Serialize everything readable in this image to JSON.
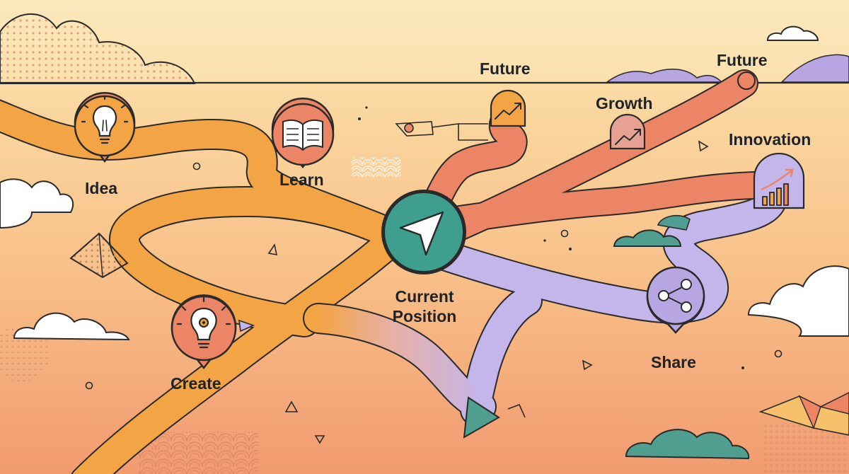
{
  "labels": {
    "idea": "Idea",
    "learn": "Learn",
    "create": "Create",
    "current_line1": "Current",
    "current_line2": "Position",
    "future_top": "Future",
    "future_right": "Future",
    "growth": "Growth",
    "innovation": "Innovation",
    "share": "Share"
  },
  "colors": {
    "sky_top": "#fbe5b7",
    "ground_bottom": "#f2a274",
    "orange_path": "#f3a445",
    "coral_path": "#ec8466",
    "lavender_path": "#c4b5ea",
    "teal": "#3f9f8e",
    "outline": "#2a2a2a"
  },
  "icons": {
    "idea": "lightbulb-icon",
    "learn": "open-book-icon",
    "create": "gear-bulb-icon",
    "current": "navigation-arrow-icon",
    "future": "trend-up-icon",
    "growth": "trend-up-icon",
    "innovation": "bar-chart-icon",
    "share": "share-icon"
  }
}
